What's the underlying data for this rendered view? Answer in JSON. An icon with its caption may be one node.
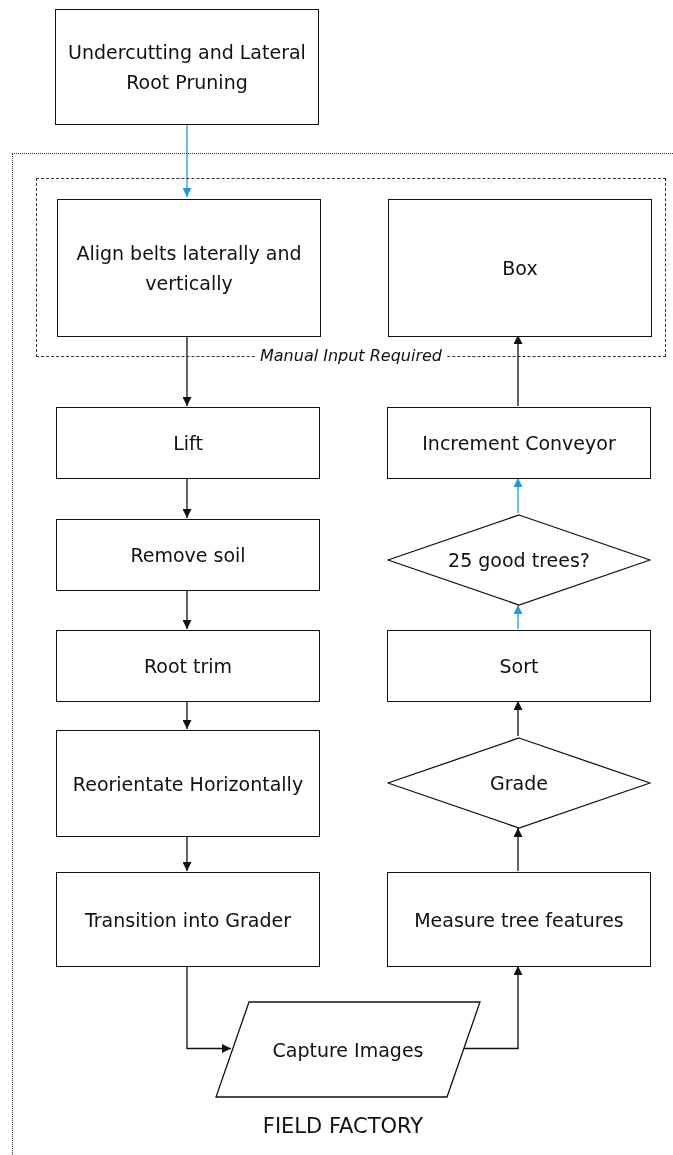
{
  "diagram": {
    "nodes": [
      {
        "text": [
          "Undercutting and Lateral Root Pruning"
        ]
      },
      {
        "text": [
          "FIELD FACTORY"
        ]
      },
      {
        "text": [
          "Manual Input Required"
        ],
        "in": 1
      },
      {
        "text": [
          "Align belts laterally and vertically"
        ],
        "in": 2
      },
      {
        "text": [
          "Box"
        ],
        "in": 2
      },
      {
        "text": [
          "Lift"
        ],
        "in": 1
      },
      {
        "text": [
          "Remove soil"
        ],
        "in": 1
      },
      {
        "text": [
          "Root trim"
        ],
        "in": 1
      },
      {
        "text": [
          "Reorientate Horizontally"
        ],
        "in": 1
      },
      {
        "text": [
          "Transition into Grader"
        ],
        "in": 1
      },
      {
        "text": [
          "Capture Images"
        ],
        "in": 1
      },
      {
        "text": [
          "Measure tree features"
        ],
        "in": 1
      },
      {
        "text": [
          "Grade"
        ],
        "in": 1
      },
      {
        "text": [
          "Sort"
        ],
        "in": 1
      },
      {
        "text": [
          "25 good trees?"
        ],
        "in": 1
      },
      {
        "text": [
          "Increment Conveyor"
        ],
        "in": 1
      }
    ],
    "edges": [
      {
        "from": 0,
        "to": 3,
        "arrow": "to",
        "color": "#1f9ce0"
      },
      {
        "from": 3,
        "to": 5,
        "arrow": "to"
      },
      {
        "from": 5,
        "to": 6,
        "arrow": "to"
      },
      {
        "from": 6,
        "to": 7,
        "arrow": "to"
      },
      {
        "from": 7,
        "to": 8,
        "arrow": "to"
      },
      {
        "from": 8,
        "to": 9,
        "arrow": "to"
      },
      {
        "from": 9,
        "to": 10,
        "arrow": "to"
      },
      {
        "from": 10,
        "to": 11,
        "arrow": "to"
      },
      {
        "from": 11,
        "to": 12,
        "arrow": "to"
      },
      {
        "from": 12,
        "to": 13,
        "arrow": "to"
      },
      {
        "from": 13,
        "to": 14,
        "arrow": "to",
        "color": "#1f9ce0"
      },
      {
        "from": 14,
        "to": 15,
        "arrow": "to",
        "color": "#1f9ce0"
      },
      {
        "from": 15,
        "to": 4,
        "arrow": "to"
      }
    ]
  }
}
